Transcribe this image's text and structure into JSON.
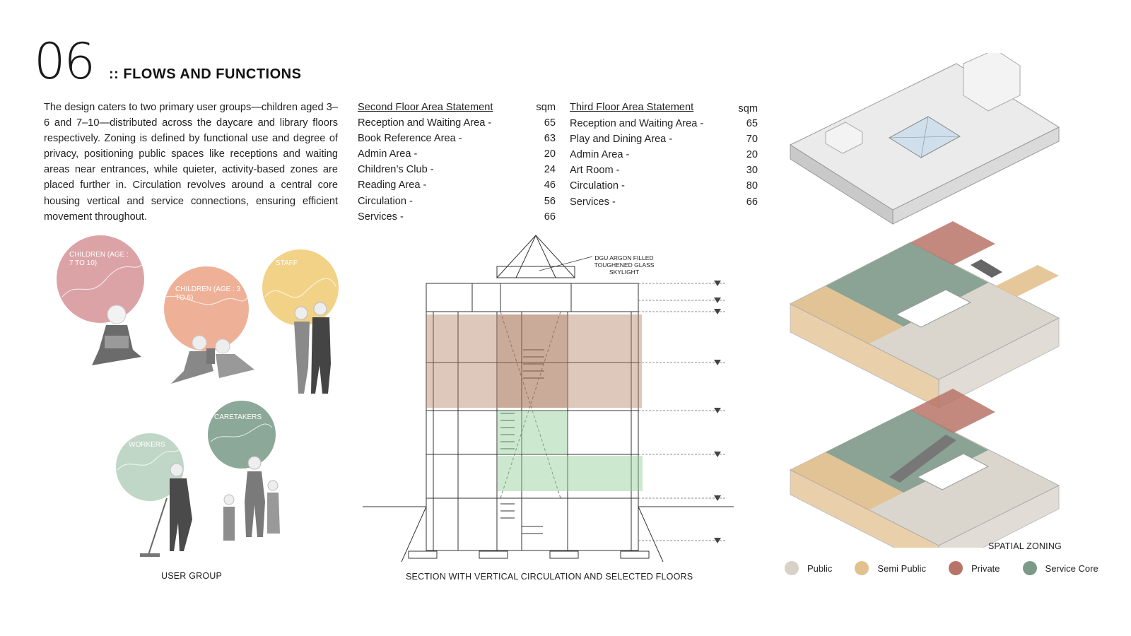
{
  "header": {
    "number": "06",
    "title": ":: FLOWS AND FUNCTIONS"
  },
  "intro_text": "The design caters to two primary user groups—children aged 3–6 and 7–10—distributed across the daycare and library floors respectively. Zoning is defined by functional use and degree of privacy, positioning public spaces like receptions and waiting areas near entrances, while quieter, activity-based zones are placed further in. Circulation revolves around a central core housing vertical and service connections, ensuring efficient movement throughout.",
  "second_floor": {
    "title": "Second Floor Area Statement",
    "unit": "sqm",
    "rows": [
      {
        "label": "Reception and Waiting Area -",
        "value": "65"
      },
      {
        "label": "Book Reference Area -",
        "value": "63"
      },
      {
        "label": "Admin Area -",
        "value": "20"
      },
      {
        "label": "Children’s Club -",
        "value": "24"
      },
      {
        "label": "Reading Area -",
        "value": "46"
      },
      {
        "label": "Circulation -",
        "value": "56"
      },
      {
        "label": "Services -",
        "value": "66"
      }
    ]
  },
  "third_floor": {
    "title": "Third Floor Area Statement",
    "unit": "sqm",
    "rows": [
      {
        "label": "Reception and Waiting Area -",
        "value": "65"
      },
      {
        "label": "Play and Dining Area -",
        "value": "70"
      },
      {
        "label": "Admin Area -",
        "value": "20"
      },
      {
        "label": "Art Room -",
        "value": "30"
      },
      {
        "label": "Circulation -",
        "value": "80"
      },
      {
        "label": "Services -",
        "value": "66"
      }
    ]
  },
  "user_groups": {
    "caption": "USER GROUP",
    "bubbles": [
      {
        "label": "CHILDREN (AGE : 7 TO 10)",
        "line1": "CHILDREN (AGE :",
        "line2": "7 TO 10)",
        "color": "#d8999c"
      },
      {
        "label": "CHILDREN (AGE : 3 TO 6)",
        "line1": "CHILDREN (AGE : 3",
        "line2": "TO 6)",
        "color": "#eca98d"
      },
      {
        "label": "STAFF",
        "line1": "STAFF",
        "line2": "",
        "color": "#f1cd7a"
      },
      {
        "label": "WORKERS",
        "line1": "WORKERS",
        "line2": "",
        "color": "#b9d3c2"
      },
      {
        "label": "CARETAKERS",
        "line1": "CARETAKERS",
        "line2": "",
        "color": "#7f9e8d"
      }
    ]
  },
  "section": {
    "caption": "SECTION WITH VERTICAL CIRCULATION AND SELECTED FLOORS",
    "skylight_note": [
      "DGU ARGON FILLED",
      "TOUGHENED GLASS",
      "SKYLIGHT"
    ]
  },
  "zoning": {
    "caption": "SPATIAL ZONING",
    "legend": [
      {
        "label": "Public",
        "color": "#d7d1c8"
      },
      {
        "label": "Semi Public",
        "color": "#e2c18f"
      },
      {
        "label": "Private",
        "color": "#b97469"
      },
      {
        "label": "Service Core",
        "color": "#7c9a89"
      }
    ]
  }
}
